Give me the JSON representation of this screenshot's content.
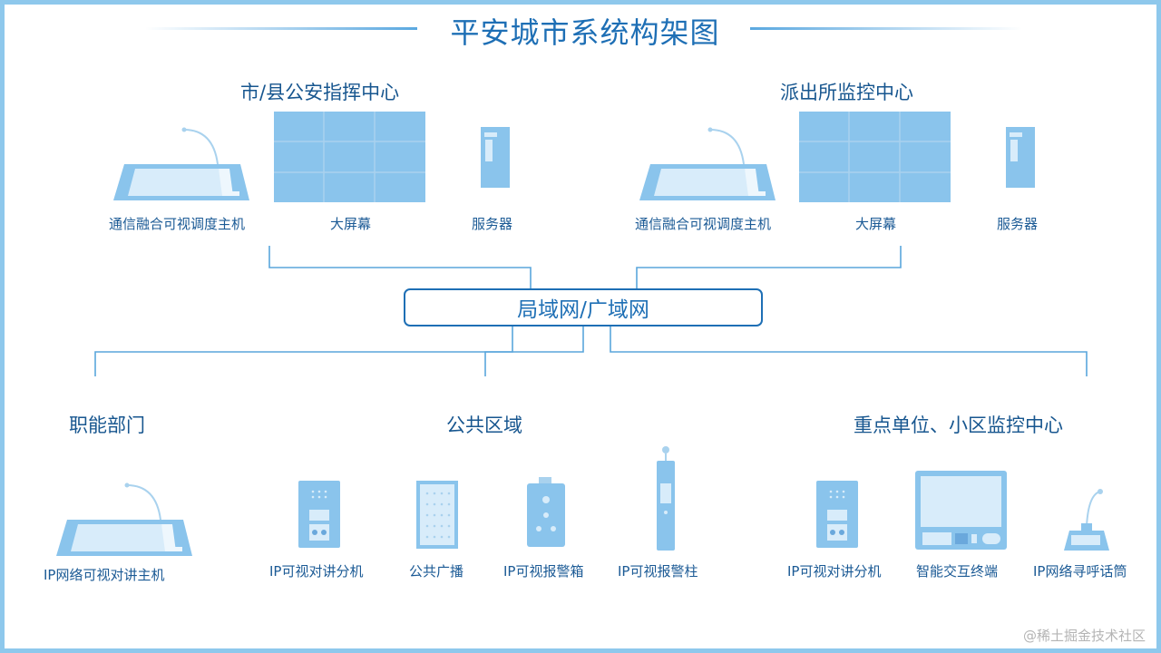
{
  "title": "平安城市系统构架图",
  "network": {
    "label": "局域网/广域网"
  },
  "groups": {
    "city": {
      "heading": "市/县公安指挥中心",
      "devices": [
        "通信融合可视调度主机",
        "大屏幕",
        "服务器"
      ]
    },
    "station": {
      "heading": "派出所监控中心",
      "devices": [
        "通信融合可视调度主机",
        "大屏幕",
        "服务器"
      ]
    },
    "departments": {
      "heading": "职能部门",
      "devices": [
        "IP网络可视对讲主机"
      ]
    },
    "public_area": {
      "heading": "公共区域",
      "devices": [
        "IP可视对讲分机",
        "公共广播",
        "IP可视报警箱",
        "IP可视报警柱"
      ]
    },
    "key_units": {
      "heading": "重点单位、小区监控中心",
      "devices": [
        "IP可视对讲分机",
        "智能交互终端",
        "IP网络寻呼话筒"
      ]
    }
  },
  "colors": {
    "title": "#1e6fb5",
    "heading": "#17568f",
    "device_fill": "#8ac4ec",
    "device_light": "#d8ecfa",
    "connector": "#5aa6dc",
    "frame": "#8ec8ec"
  },
  "watermark": "@稀土掘金技术社区"
}
